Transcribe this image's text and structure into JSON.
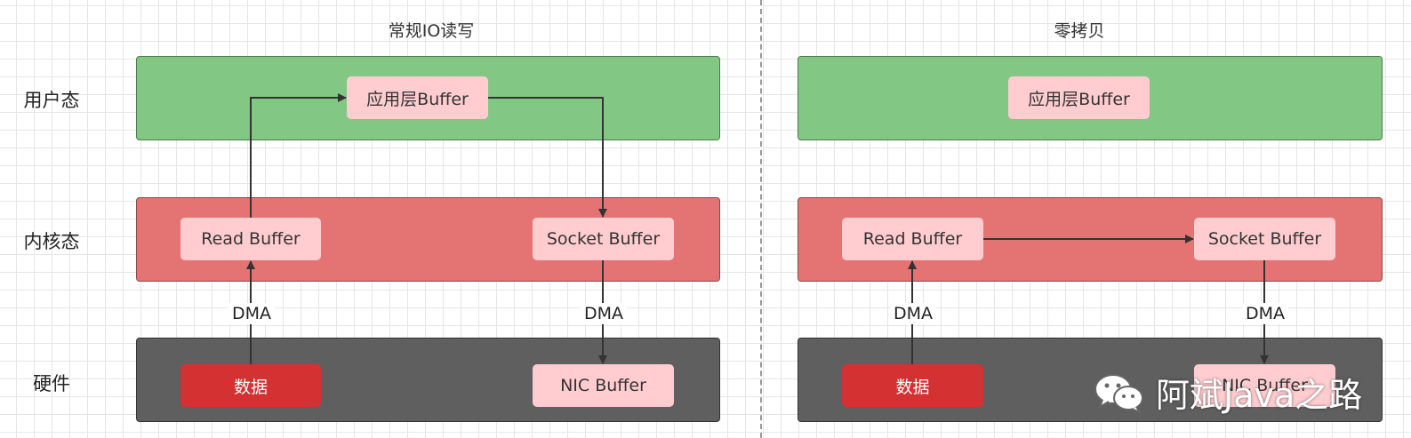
{
  "titles": {
    "left": "常规IO读写",
    "right": "零拷贝"
  },
  "row_labels": {
    "user": "用户态",
    "kernel": "内核态",
    "hardware": "硬件"
  },
  "left": {
    "app_buffer": "应用层Buffer",
    "read_buffer": "Read Buffer",
    "socket_buffer": "Socket Buffer",
    "data": "数据",
    "nic_buffer": "NIC Buffer",
    "dma_left": "DMA",
    "dma_right": "DMA"
  },
  "right": {
    "app_buffer": "应用层Buffer",
    "read_buffer": "Read Buffer",
    "socket_buffer": "Socket Buffer",
    "data": "数据",
    "nic_buffer": "NIC Buffer",
    "dma_left": "DMA",
    "dma_right": "DMA"
  },
  "watermark": {
    "text": "阿斌Java之路",
    "icon": "wechat-icon"
  },
  "colors": {
    "user_layer": "#82c884",
    "kernel_layer": "#e47474",
    "hardware_layer": "#5f5f5f",
    "buffer": "#ffcdd0",
    "data": "#d43132",
    "arrow": "#333333"
  }
}
